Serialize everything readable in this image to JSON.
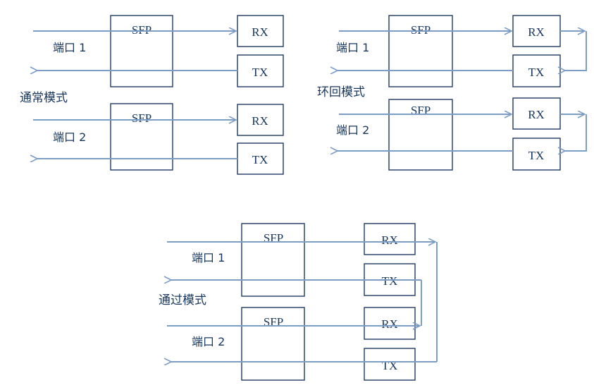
{
  "diagram": {
    "title_implicit": "SFP port mode diagrams",
    "colors": {
      "box_border": "#1F3864",
      "arrow_line": "#7C9DC4",
      "text": "#17365D",
      "background": "#FFFFFF"
    },
    "labels": {
      "sfp": "SFP",
      "rx": "RX",
      "tx": "TX",
      "port1": "端口 1",
      "port2": "端口 2"
    },
    "panels": [
      {
        "id": "normal-mode",
        "mode_label": "通常模式",
        "ports": [
          {
            "name": "端口 1",
            "sfp_label": "SFP",
            "rx_label": "RX",
            "tx_label": "TX",
            "rx_flow": "in-to-rx",
            "tx_flow": "tx-to-out",
            "loopback": false
          },
          {
            "name": "端口 2",
            "sfp_label": "SFP",
            "rx_label": "RX",
            "tx_label": "TX",
            "rx_flow": "in-to-rx",
            "tx_flow": "tx-to-out",
            "loopback": false
          }
        ]
      },
      {
        "id": "loopback-mode",
        "mode_label": "环回模式",
        "ports": [
          {
            "name": "端口 1",
            "sfp_label": "SFP",
            "rx_label": "RX",
            "tx_label": "TX",
            "rx_flow": "in-to-rx",
            "tx_flow": "tx-to-out",
            "loopback": true
          },
          {
            "name": "端口 2",
            "sfp_label": "SFP",
            "rx_label": "RX",
            "tx_label": "TX",
            "rx_flow": "in-to-rx",
            "tx_flow": "tx-to-out",
            "loopback": true
          }
        ]
      },
      {
        "id": "passthrough-mode",
        "mode_label": "通过模式",
        "ports": [
          {
            "name": "端口 1",
            "sfp_label": "SFP",
            "rx_label": "RX",
            "tx_label": "TX",
            "rx_flow": "in-through-rx",
            "tx_flow": "tx-to-out",
            "cross_to": "端口 2"
          },
          {
            "name": "端口 2",
            "sfp_label": "SFP",
            "rx_label": "RX",
            "tx_label": "TX",
            "rx_flow": "in-through-rx",
            "tx_flow": "tx-to-out",
            "cross_to": "端口 1"
          }
        ]
      }
    ]
  }
}
